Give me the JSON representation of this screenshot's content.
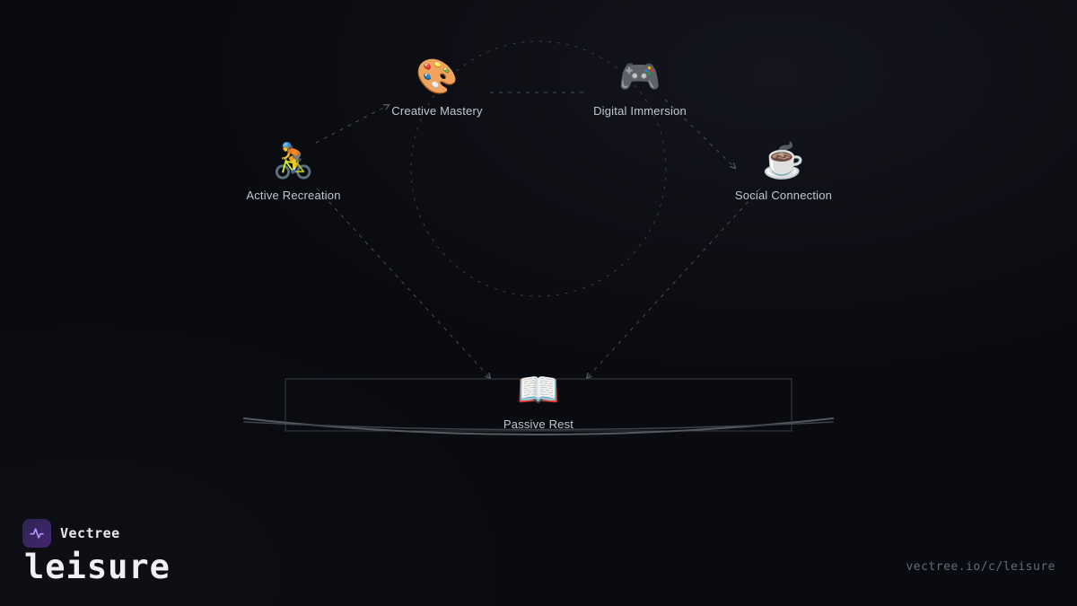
{
  "brand": {
    "name": "Vectree"
  },
  "page": {
    "title": "leisure",
    "url": "vectree.io/c/leisure"
  },
  "nodes": [
    {
      "id": "creative-mastery",
      "label": "Creative Mastery",
      "emoji": "🎨"
    },
    {
      "id": "digital-immersion",
      "label": "Digital Immersion",
      "emoji": "🎮"
    },
    {
      "id": "active-recreation",
      "label": "Active Recreation",
      "emoji": "🚴"
    },
    {
      "id": "social-connection",
      "label": "Social Connection",
      "emoji": "☕"
    },
    {
      "id": "passive-rest",
      "label": "Passive Rest",
      "emoji": "📖"
    }
  ],
  "colors": {
    "line": "#4a4d55",
    "circle": "#3a3d45",
    "label": "#c2c6ce",
    "accent": "#8b5cf6"
  }
}
